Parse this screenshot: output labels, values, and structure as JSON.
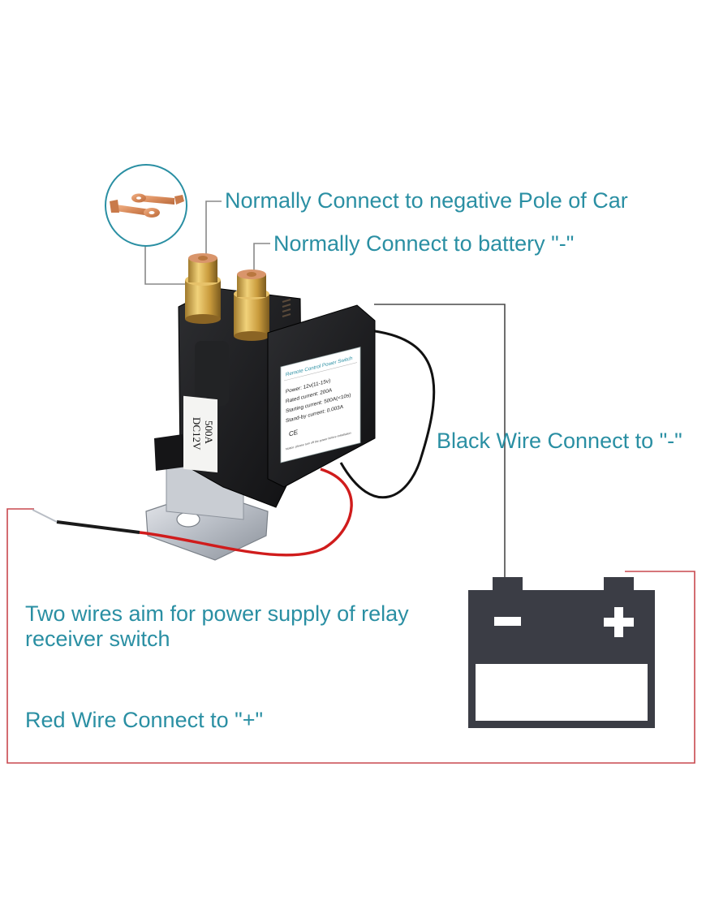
{
  "colors": {
    "label_teal": "#2a8fa3",
    "leader_gray": "#888888",
    "red_wire": "#c8484e",
    "battery_dark": "#3b3d45",
    "relay_black": "#1b1b1d",
    "copper": "#d9956b"
  },
  "labels": {
    "negative_pole": "Normally Connect to negative Pole of Car",
    "battery_negative": "Normally Connect to battery \"-\"",
    "black_wire": "Black Wire Connect to \"-\"",
    "two_wires": "Two wires aim for power supply of relay receiver switch",
    "red_wire": "Red Wire Connect to \"+\""
  },
  "relay": {
    "side_label_line1": "500A",
    "side_label_line2": "DC12V",
    "plate_title": "Remote Control Power Switch",
    "plate_lines": [
      "Power: 12v(11-15v)",
      "Rated current: 200A",
      "Starting current: 500A(<10s)",
      "Stand-by current: 0.003A"
    ],
    "plate_marks": "CE",
    "plate_warning": "Notice: please turn off the power before installation"
  },
  "battery": {
    "minus_symbol": "-",
    "plus_symbol": "+"
  },
  "icons": {
    "connector_inset": "ring-terminal-lugs-icon",
    "battery": "car-battery-icon"
  }
}
